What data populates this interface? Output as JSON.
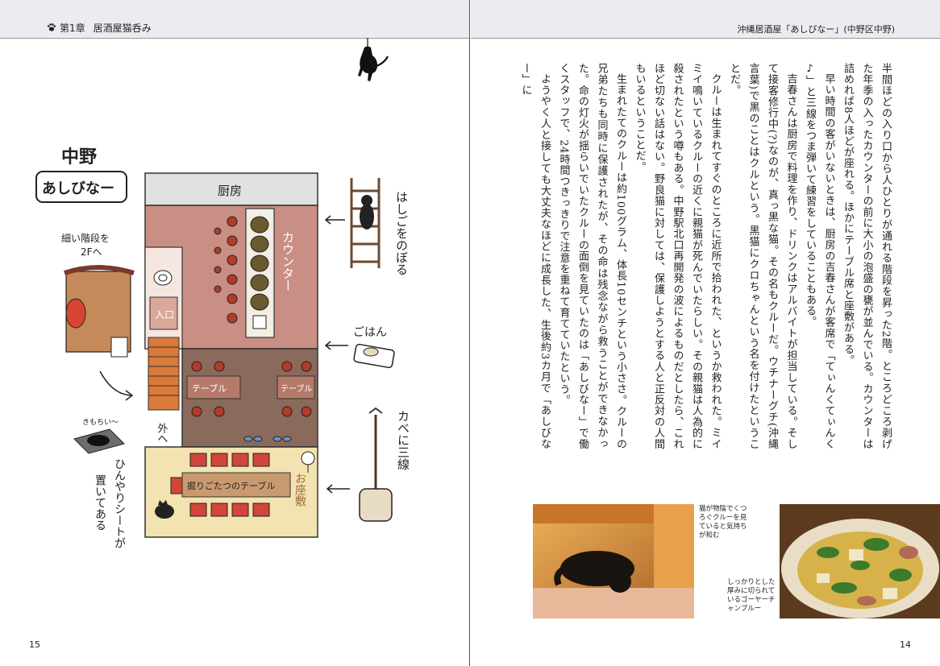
{
  "left_page": {
    "chapter_label": "第1章",
    "chapter_title": "居酒屋猫呑み",
    "folio": "15",
    "map": {
      "area": "中野",
      "shop": "あしびなー",
      "kitchen": "厨房",
      "counter": "カウンター",
      "entrance": "入口",
      "table": "テーブル",
      "table2": "テーブル",
      "horigotatsu": "掘りごたつのテーブル",
      "ozashiki": "お座敷",
      "out": "外へ",
      "ladder_note": "はしごをのぼる",
      "stairs_note_1": "細い階段を",
      "stairs_note_2": "2Fへ",
      "gohan": "ごはん",
      "sanshin_note": "カベに三線",
      "kimochii": "きもちい〜",
      "sheet_note_1": "ひんやりシートが",
      "sheet_note_2": "置いてある"
    }
  },
  "right_page": {
    "running_head": "沖縄居酒屋「あしびなー」(中野区中野)",
    "folio": "14",
    "paragraphs": [
      "半間ほどの入り口から人ひとりが通れる階段を昇った2階。ところどころ剥げた年季の入ったカウンターの前に大小の泡盛の甕が並んでいる。カウンターは詰めれば8人ほどが座れる。ほかにテーブル席と座敷がある。",
      "早い時間の客がいないときは、厨房の吉春さんが客席で「てぃんくてぃんく♪」と三線をつま弾いて練習をしていることもある。",
      "吉春さんは厨房で料理を作り、ドリンクはアルバイトが担当している。そして接客修行中(?)なのが、真っ黒な猫。その名もクルーだ。ウチナーグチ(沖縄言葉)で黒のことはクルという。黒猫にクロちゃんという名を付けたということだ。",
      "クルーは生まれてすぐのところに近所で拾われた、というか救われた。ミイミイ鳴いているクルーの近くに親猫が死んでいたらしい。その親猫は人為的に殺されたという噂もある。中野駅北口再開発の波によるものだとしたら、これほど切ない話はない。野良猫に対しては、保護しようとする人と正反対の人間もいるということだ。",
      "生まれたてのクルーは約100グラム、体長10センチという小ささ。クルーの兄弟たちも同時に保護されたが、その命は残念ながら救うことができなかった。命の灯火が揺らいでいたクルーの面倒を見ていたのは「あしびなー」で働くスタッフで、24時間つきっきりで注意を重ねて育てていたという。",
      "ようやく人と接しても大丈夫なほどに成長した、生後約3カ月で「あしびなー」に"
    ],
    "photo1_caption": "猫が物陰でくつろぐクルーを見ていると気持ちが和む",
    "photo2_caption": "しっかりとした厚みに切られているゴーヤーチャンプルー"
  },
  "colors": {
    "header_band": "#ecebf2",
    "counter_pink": "#c98f84",
    "floor_brown": "#8a6a5a",
    "zashiki_yellow": "#f3e3b0",
    "kitchen_gray": "#e1e1e1"
  }
}
